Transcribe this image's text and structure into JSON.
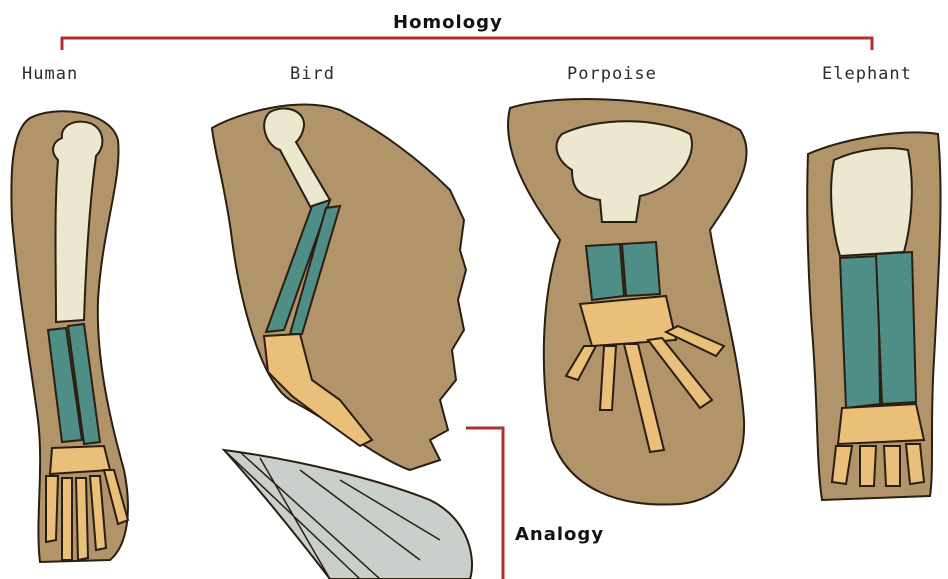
{
  "title": "Homology",
  "analogy_label": "Analogy",
  "limbs": [
    {
      "label": "Human"
    },
    {
      "label": "Bird"
    },
    {
      "label": "Porpoise"
    },
    {
      "label": "Elephant"
    }
  ],
  "colors": {
    "bracket": "#b03030",
    "skin": "#b1946a",
    "humerus": "#ece8cf",
    "radius_ulna": "#4e8e86",
    "carpals": "#e9bf79",
    "outline": "#2a1e12",
    "feather": "#c9d0cc"
  },
  "icons": [
    "human-arm-icon",
    "bird-wing-icon",
    "porpoise-flipper-icon",
    "elephant-leg-icon",
    "insect-wing-icon"
  ]
}
